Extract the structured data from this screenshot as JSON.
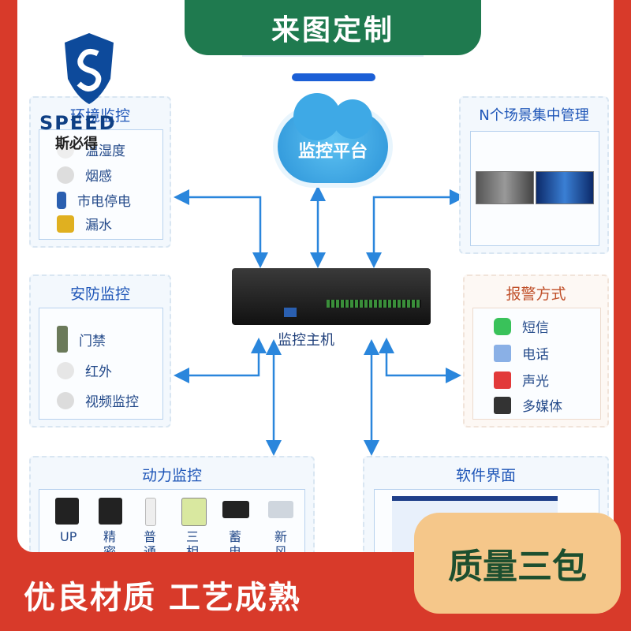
{
  "banner_top": "来图定制",
  "brand": {
    "name": "SPEED",
    "sub": "斯必得"
  },
  "cloud": {
    "label": "监控平台"
  },
  "host": {
    "label": "监控主机"
  },
  "panels": {
    "env": {
      "title": "环境监控",
      "items": [
        "温湿度",
        "烟感",
        "市电停电",
        "漏水"
      ]
    },
    "scenes": {
      "title": "N个场景集中管理"
    },
    "security": {
      "title": "安防监控",
      "items": [
        "门禁",
        "红外",
        "视频监控"
      ]
    },
    "alarm": {
      "title": "报警方式",
      "items": [
        "短信",
        "电话",
        "声光",
        "多媒体"
      ]
    },
    "power": {
      "title": "动力监控",
      "items": [
        "UP",
        "精密",
        "普通",
        "三相",
        "蓄电",
        "新风"
      ]
    },
    "software": {
      "title": "软件界面"
    }
  },
  "bottom": {
    "left": "优良材质  工艺成熟",
    "right": "质量三包"
  },
  "colors": {
    "frame": "#d83a2a",
    "banner": "#1f7a4f",
    "accent": "#1b5fd6",
    "badge": "#f5c78a"
  }
}
